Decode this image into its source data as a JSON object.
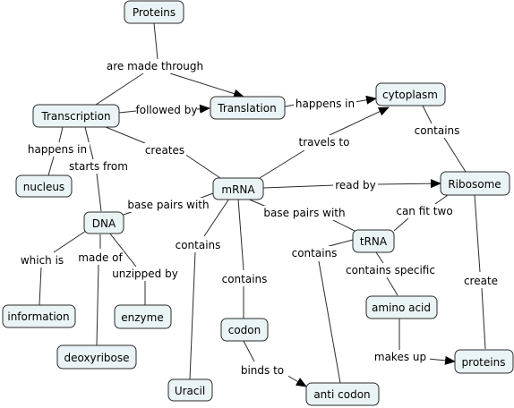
{
  "nodes": {
    "proteins_top": "Proteins",
    "transcription": "Transcription",
    "translation": "Translation",
    "cytoplasm": "cytoplasm",
    "ribosome": "Ribosome",
    "mrna": "mRNA",
    "nucleus": "nucleus",
    "dna": "DNA",
    "information": "information",
    "deoxyribose": "deoxyribose",
    "enzyme": "enzyme",
    "uracil": "Uracil",
    "codon": "codon",
    "anti_codon": "anti codon",
    "trna": "tRNA",
    "amino_acid": "amino acid",
    "proteins_bottom": "proteins"
  },
  "links": {
    "are_made_through": "are made through",
    "followed_by": "followed by",
    "happens_in_cytoplasm": "happens in",
    "contains_ribosome": "contains",
    "happens_in_nucleus": "happens in",
    "starts_from": "starts from",
    "creates": "creates",
    "travels_to": "travels to",
    "read_by": "read by",
    "base_pairs_with_dna": "base pairs with",
    "base_pairs_with_trna": "base pairs with",
    "can_fit_two": "can fit two",
    "which_is": "which is",
    "made_of": "made of",
    "unzipped_by": "unzipped by",
    "contains_uracil": "contains",
    "contains_codon": "contains",
    "contains_anti_codon": "contains",
    "contains_specific": "contains specific",
    "create": "create",
    "binds_to": "binds to",
    "makes_up": "makes up"
  }
}
